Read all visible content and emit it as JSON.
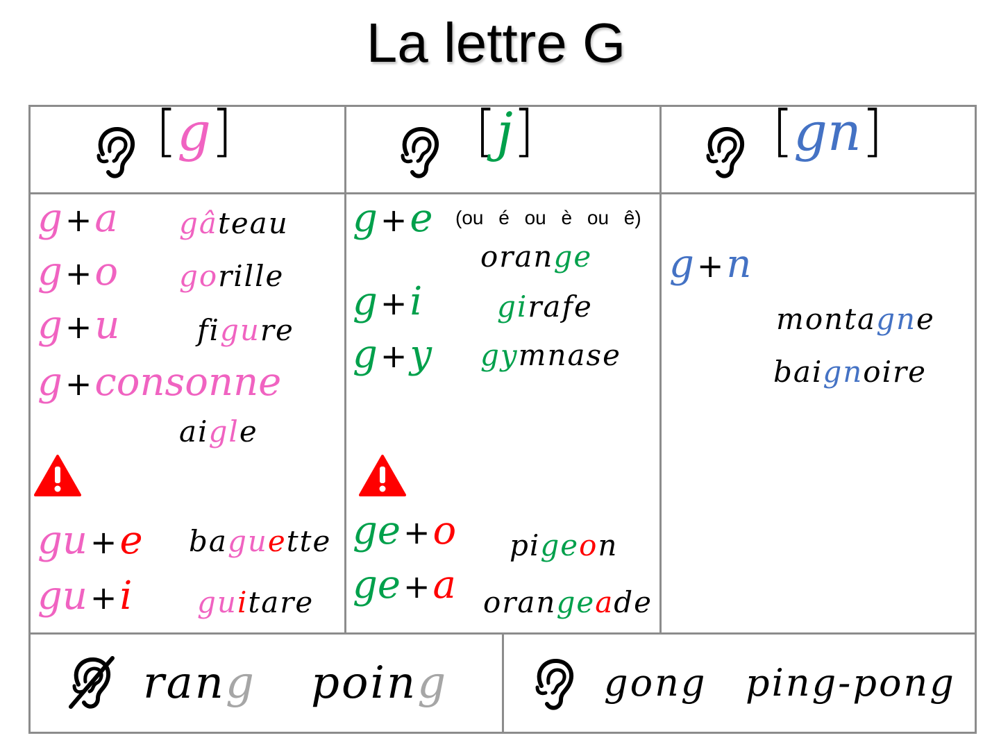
{
  "title": "La lettre G",
  "colors": {
    "pink": "#f063c1",
    "green": "#00a04b",
    "blue": "#4472c4",
    "red": "#ff0000",
    "grey": "#a6a6a6",
    "border": "#8c8c8c"
  },
  "icons": [
    "ear-icon",
    "crossed-ear-icon",
    "warning-icon"
  ],
  "columns": [
    {
      "phoneme": {
        "open": "[",
        "sound": "g",
        "close": "]"
      },
      "rules": [
        {
          "g": "g",
          "v": "a",
          "word": [
            [
              "g",
              "pink"
            ],
            [
              "â",
              "pink"
            ],
            [
              "teau",
              "blk"
            ]
          ]
        },
        {
          "g": "g",
          "v": "o",
          "word": [
            [
              "go",
              "pink"
            ],
            [
              "rille",
              "blk"
            ]
          ]
        },
        {
          "g": "g",
          "v": "u",
          "word": [
            [
              "fi",
              "blk"
            ],
            [
              "gu",
              "pink"
            ],
            [
              "re",
              "blk"
            ]
          ]
        },
        {
          "g": "g",
          "v": "consonne",
          "word": [
            [
              "ai",
              "blk"
            ],
            [
              "gl",
              "pink"
            ],
            [
              "e",
              "blk"
            ]
          ]
        }
      ],
      "special": [
        {
          "g": "gu",
          "v": "e",
          "word": [
            [
              "ba",
              "blk"
            ],
            [
              "gu",
              "pink"
            ],
            [
              "e",
              "red"
            ],
            [
              "tte",
              "blk"
            ]
          ]
        },
        {
          "g": "gu",
          "v": "i",
          "word": [
            [
              "gu",
              "pink"
            ],
            [
              "i",
              "red"
            ],
            [
              "tare",
              "blk"
            ]
          ]
        }
      ]
    },
    {
      "phoneme": {
        "open": "[",
        "sound": "j",
        "close": "]"
      },
      "note": "(ou é ou è ou ê)",
      "rules": [
        {
          "g": "g",
          "v": "e",
          "word": [
            [
              "oran",
              "blk"
            ],
            [
              "ge",
              "green"
            ]
          ]
        },
        {
          "g": "g",
          "v": "i",
          "word": [
            [
              "gi",
              "green"
            ],
            [
              "rafe",
              "blk"
            ]
          ]
        },
        {
          "g": "g",
          "v": "y",
          "word": [
            [
              "gy",
              "green"
            ],
            [
              "mnase",
              "blk"
            ]
          ]
        }
      ],
      "special": [
        {
          "g": "ge",
          "v": "o",
          "word": [
            [
              "pi",
              "blk"
            ],
            [
              "ge",
              "green"
            ],
            [
              "o",
              "red"
            ],
            [
              "n",
              "blk"
            ]
          ]
        },
        {
          "g": "ge",
          "v": "a",
          "word": [
            [
              "oran",
              "blk"
            ],
            [
              "ge",
              "green"
            ],
            [
              "a",
              "red"
            ],
            [
              "de",
              "blk"
            ]
          ]
        }
      ]
    },
    {
      "phoneme": {
        "open": "[",
        "sound": "gn",
        "close": "]"
      },
      "rules": [
        {
          "g": "g",
          "v": "n"
        }
      ],
      "words": [
        [
          [
            "monta",
            "blk"
          ],
          [
            "gn",
            "blue"
          ],
          [
            "e",
            "blk"
          ]
        ],
        [
          [
            "bai",
            "blk"
          ],
          [
            "gn",
            "blue"
          ],
          [
            "oire",
            "blk"
          ]
        ]
      ]
    }
  ],
  "plus": "+",
  "bottom": {
    "silent": [
      [
        [
          "ran",
          "blk"
        ],
        [
          "g",
          "grey"
        ]
      ],
      [
        [
          "poin",
          "blk"
        ],
        [
          "g",
          "grey"
        ]
      ]
    ],
    "heard": [
      [
        [
          "gong",
          "blk"
        ]
      ],
      [
        [
          "ping-pong",
          "blk"
        ]
      ]
    ]
  }
}
